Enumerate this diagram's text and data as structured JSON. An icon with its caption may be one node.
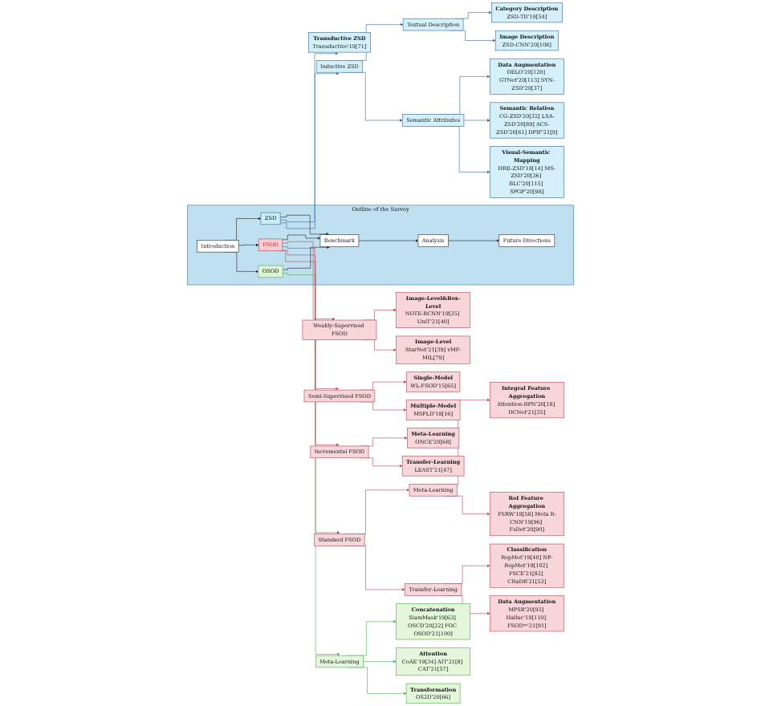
{
  "diagram": {
    "nodes": [
      {
        "text": [
          "Outline of the Survey"
        ]
      },
      {
        "text": [
          "Introduction"
        ],
        "in": 0
      },
      {
        "text": [
          "ZSD"
        ],
        "in": 0
      },
      {
        "text": [
          "FSOD"
        ],
        "in": 0
      },
      {
        "text": [
          "OSOD"
        ],
        "in": 0
      },
      {
        "text": [
          "Benchmark"
        ],
        "in": 0
      },
      {
        "text": [
          "Analysis"
        ],
        "in": 0
      },
      {
        "text": [
          "Future Directions"
        ],
        "in": 0
      },
      {
        "text": [
          "Weakly-Supervised FSOD"
        ]
      },
      {
        "text": [
          "Image-Level&Box-Level",
          "NOTE-RCNN'19[25] UniT'21[40]"
        ]
      },
      {
        "text": [
          "Image-Level",
          "StarNet'21[39] vMF-MIL[79]"
        ]
      },
      {
        "text": [
          "Semi-Supervised FSOD"
        ]
      },
      {
        "text": [
          "Single-Model",
          "WL-FSOD'15[65]"
        ]
      },
      {
        "text": [
          "Multiple-Model",
          "MSPLD'18[16]"
        ]
      },
      {
        "text": [
          "Incremental FSOD"
        ]
      },
      {
        "text": [
          "Meta-Learning",
          "ONCE'20[68]"
        ]
      },
      {
        "text": [
          "Transfer-Learning",
          "LEAST'21[47]"
        ]
      },
      {
        "text": [
          "Standard FSOD"
        ]
      },
      {
        "text": [
          "Meta-Learning"
        ]
      },
      {
        "text": [
          "Transfer-Learning"
        ]
      },
      {
        "text": [
          "Integral Feature Aggregation",
          "Attention-RPN'20[18] DCNet'21[35]"
        ]
      },
      {
        "text": [
          "RoI Feature Aggregation",
          "FSRW'18[58] Meta R-CNN'19[96] FsDet'20[90]"
        ]
      },
      {
        "text": [
          "Classification",
          "RepMet'19[40] NP-RepMet'19[102] FSCE'21[82] CRaDR'21[53]"
        ]
      },
      {
        "text": [
          "Data Augmentation",
          "MPSR'20[93] Halluc'19[110] FSODᵘᵖ'21[91]"
        ]
      },
      {
        "text": [
          "Transductive ZSD",
          "Transductive'19[71]"
        ]
      },
      {
        "text": [
          "Inductive ZSD"
        ]
      },
      {
        "text": [
          "Textual Description"
        ]
      },
      {
        "text": [
          "Semantic Attributes"
        ]
      },
      {
        "text": [
          "Category Description",
          "ZSD-TD'19[54]"
        ]
      },
      {
        "text": [
          "Image Description",
          "ZSD-CNN'20[108]"
        ]
      },
      {
        "text": [
          "Data Augmentation",
          "DELO'20[120] GTNet'20[113] SYN-ZSD'20[37]"
        ]
      },
      {
        "text": [
          "Semantic Relation",
          "CG-ZSD'20[32] LSA-ZSD'20[89] ACS-ZSD'20[61] DPIF'21[9]"
        ]
      },
      {
        "text": [
          "Visual-Semantic Mapping",
          "HRE-ZSD'18[14] MS-ZSD'20[36] BLC'20[115] SPGP'20[98]"
        ]
      },
      {
        "text": [
          "Meta-Learning"
        ]
      },
      {
        "text": [
          "Concatenation",
          "SiamMask'19[63] OSCD'20[22] FOC OSOD'21[100]"
        ]
      },
      {
        "text": [
          "Attention",
          "CoAE'19[34] AIT'21[8] CAT'21[57]"
        ]
      },
      {
        "text": [
          "Transformation",
          "OS2D'20[66]"
        ]
      }
    ],
    "edges": [
      {
        "from": 1,
        "to": 2,
        "arrow": "to",
        "color": "#222222"
      },
      {
        "from": 1,
        "to": 3,
        "arrow": "to",
        "color": "#222222"
      },
      {
        "from": 1,
        "to": 4,
        "arrow": "to",
        "color": "#222222"
      },
      {
        "from": 2,
        "to": 5,
        "arrow": "to",
        "color": "#222222"
      },
      {
        "from": 3,
        "to": 5,
        "arrow": "to",
        "color": "#222222"
      },
      {
        "from": 4,
        "to": 5,
        "arrow": "to",
        "color": "#222222"
      },
      {
        "from": 5,
        "to": 6,
        "arrow": "to",
        "color": "#222222"
      },
      {
        "from": 6,
        "to": 7,
        "arrow": "to",
        "color": "#222222"
      },
      {
        "from": 3,
        "to": 8,
        "arrow": "to",
        "color": "#b04a5a"
      },
      {
        "from": 3,
        "to": 11,
        "arrow": "to",
        "color": "#b04a5a"
      },
      {
        "from": 3,
        "to": 14,
        "arrow": "to",
        "color": "#b04a5a"
      },
      {
        "from": 3,
        "to": 17,
        "arrow": "to",
        "color": "#b04a5a"
      },
      {
        "from": 8,
        "to": 9,
        "arrow": "to",
        "color": "#b04a5a"
      },
      {
        "from": 8,
        "to": 10,
        "arrow": "to",
        "color": "#b04a5a"
      },
      {
        "from": 11,
        "to": 12,
        "arrow": "to",
        "color": "#b04a5a"
      },
      {
        "from": 11,
        "to": 13,
        "arrow": "to",
        "color": "#b04a5a"
      },
      {
        "from": 14,
        "to": 15,
        "arrow": "to",
        "color": "#b04a5a"
      },
      {
        "from": 14,
        "to": 16,
        "arrow": "to",
        "color": "#b04a5a"
      },
      {
        "from": 17,
        "to": 18,
        "arrow": "to",
        "color": "#b04a5a"
      },
      {
        "from": 17,
        "to": 19,
        "arrow": "to",
        "color": "#b04a5a"
      },
      {
        "from": 18,
        "to": 20,
        "arrow": "to",
        "color": "#b04a5a"
      },
      {
        "from": 18,
        "to": 21,
        "arrow": "to",
        "color": "#b04a5a"
      },
      {
        "from": 19,
        "to": 22,
        "arrow": "to",
        "color": "#b04a5a"
      },
      {
        "from": 19,
        "to": 23,
        "arrow": "to",
        "color": "#b04a5a"
      },
      {
        "from": 2,
        "to": 24,
        "arrow": "to",
        "color": "#3a6a9a"
      },
      {
        "from": 2,
        "to": 25,
        "arrow": "to",
        "color": "#3a6a9a"
      },
      {
        "from": 25,
        "to": 26,
        "arrow": "to",
        "color": "#3a6a9a"
      },
      {
        "from": 25,
        "to": 27,
        "arrow": "to",
        "color": "#3a6a9a"
      },
      {
        "from": 26,
        "to": 28,
        "arrow": "to",
        "color": "#3a6a9a"
      },
      {
        "from": 26,
        "to": 29,
        "arrow": "to",
        "color": "#3a6a9a"
      },
      {
        "from": 27,
        "to": 30,
        "arrow": "to",
        "color": "#3a6a9a"
      },
      {
        "from": 27,
        "to": 31,
        "arrow": "to",
        "color": "#3a6a9a"
      },
      {
        "from": 27,
        "to": 32,
        "arrow": "to",
        "color": "#3a6a9a"
      },
      {
        "from": 4,
        "to": 33,
        "arrow": "to",
        "color": "#4caf50"
      },
      {
        "from": 33,
        "to": 34,
        "arrow": "to",
        "color": "#4caf50"
      },
      {
        "from": 33,
        "to": 35,
        "arrow": "to",
        "color": "#4caf50"
      },
      {
        "from": 33,
        "to": 36,
        "arrow": "to",
        "color": "#4caf50"
      }
    ]
  }
}
